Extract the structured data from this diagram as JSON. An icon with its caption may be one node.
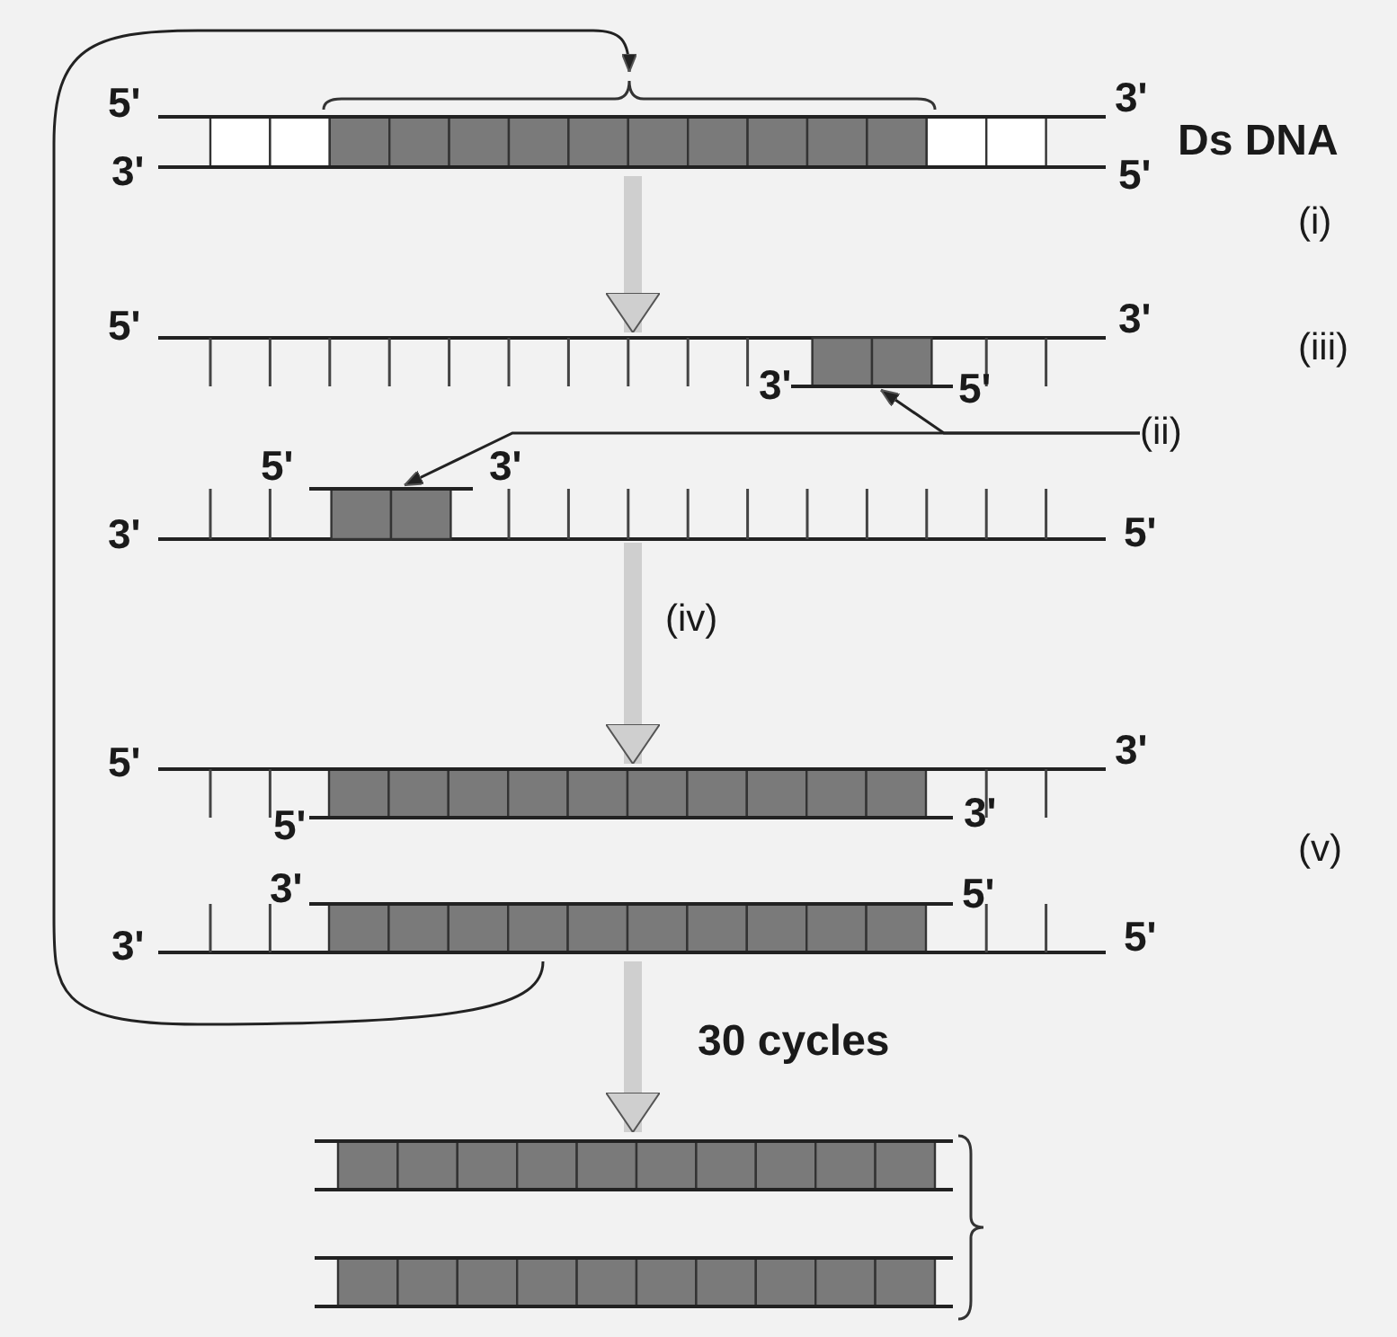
{
  "diagram": {
    "nodes": [
      {
        "text": [],
        "shape": "picture"
      },
      {
        "text": [],
        "shape": "picture"
      },
      {
        "text": [],
        "shape": "bar",
        "in": 1
      },
      {
        "text": [],
        "shape": "picture"
      },
      {
        "text": [],
        "shape": "bar",
        "in": 3
      },
      {
        "text": [
          "(ii)"
        ]
      },
      {
        "text": [],
        "shape": "picture"
      },
      {
        "text": [],
        "shape": "picture"
      }
    ],
    "edges": [
      {
        "from": 0,
        "to": 1,
        "arrow": "to",
        "style": "thick"
      },
      {
        "from": 5,
        "to": 2,
        "arrow": "to",
        "color": "#222222"
      },
      {
        "from": 5,
        "to": 4,
        "arrow": "to",
        "color": "#222222"
      },
      {
        "from": 3,
        "to": 6,
        "arrow": "to",
        "label": "(iv)",
        "style": "thick"
      },
      {
        "from": 6,
        "to": 7,
        "arrow": "to",
        "label": "30 cycles",
        "style": "thick"
      },
      {
        "from": 6,
        "to": 0,
        "arrow": "to",
        "color": "#222222"
      }
    ],
    "labels": [
      "5'",
      "3'",
      "Ds DNA",
      "3'",
      "5'",
      "(i)",
      "5'",
      "3'",
      "(iii)",
      "3'",
      "5'",
      "5'",
      "3'",
      "3'",
      "5'",
      "5'",
      "3'",
      "5'",
      "3'",
      "(v)",
      "3'",
      "5'",
      "3'",
      "5'"
    ]
  }
}
